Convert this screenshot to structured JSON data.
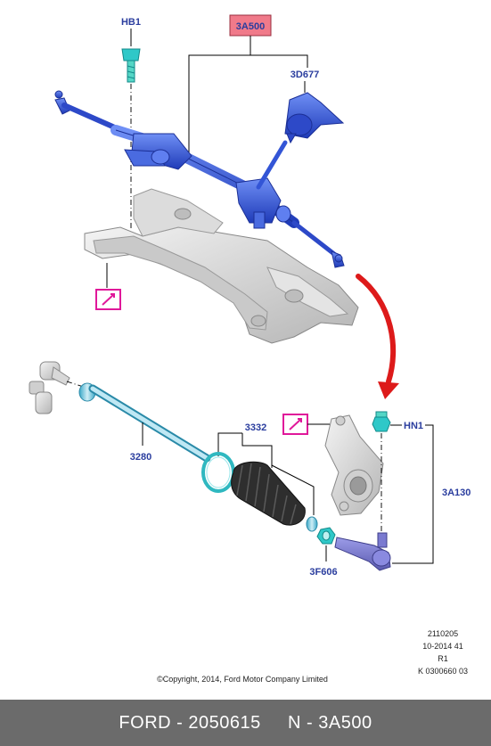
{
  "callouts": {
    "hb1": "HB1",
    "assembly": "3A500",
    "boot_top": "3D677",
    "tie_rod": "3280",
    "boot_kit": "3332",
    "nut": "HN1",
    "tie_rod_end_assy": "3A130",
    "jam_nut": "3F606"
  },
  "meta": {
    "line1": "2110205",
    "line2": "10-2014 41",
    "line3": "R1",
    "line4": "K 0300660 03"
  },
  "copyright": "©Copyright, 2014, Ford Motor Company Limited",
  "footer": {
    "left": "FORD - 2050615",
    "right": "N - 3A500"
  },
  "colors": {
    "callout_text": "#2a3d9e",
    "part_blue": "#3355d6",
    "highlight_fill": "#f07a8a",
    "magenta_box": "#e0189a",
    "arrow_red": "#dd1a1a",
    "cyan_part": "#2fc8c8",
    "footer_bg": "#6b6b6b"
  },
  "icons": [
    "highlight-callout-box",
    "hand-pointer-icon",
    "curved-arrow-icon"
  ]
}
